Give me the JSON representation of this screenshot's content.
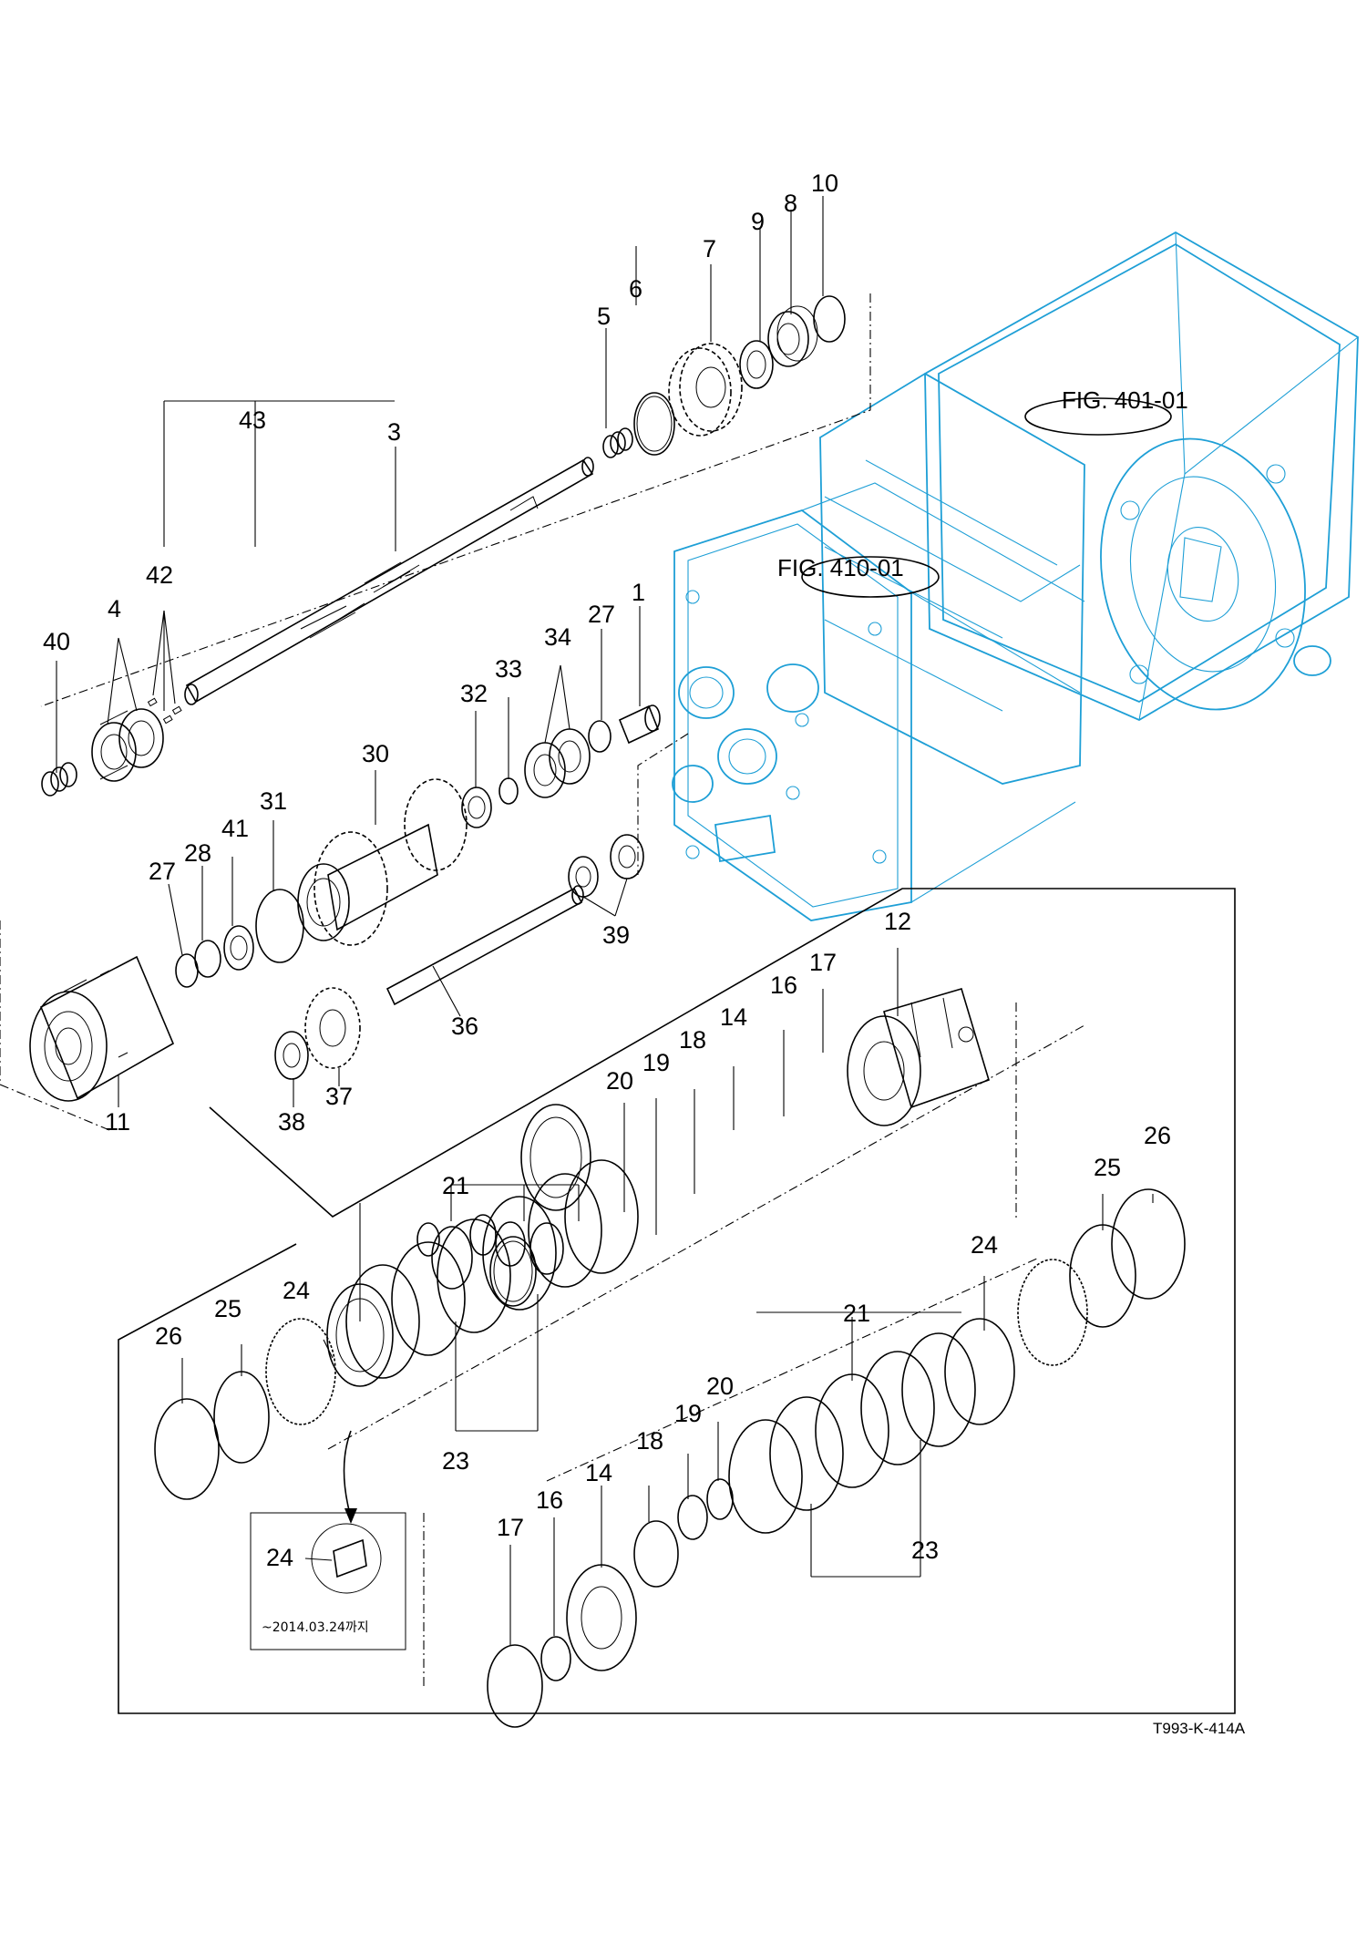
{
  "figure_refs": {
    "housing_rear": "FIG. 401-01",
    "housing_front": "FIG. 410-01"
  },
  "callouts": {
    "c1": "1",
    "c3": "3",
    "c4": "4",
    "c5": "5",
    "c6": "6",
    "c7": "7",
    "c8": "8",
    "c9": "9",
    "c10": "10",
    "c11": "11",
    "c12": "12",
    "c14a": "14",
    "c14b": "14",
    "c16a": "16",
    "c16b": "16",
    "c17a": "17",
    "c17b": "17",
    "c18a": "18",
    "c18b": "18",
    "c19a": "19",
    "c19b": "19",
    "c20a": "20",
    "c20b": "20",
    "c21a": "21",
    "c21b": "21",
    "c23a": "23",
    "c23b": "23",
    "c24a": "24",
    "c24b": "24",
    "c24c": "24",
    "c25a": "25",
    "c25b": "25",
    "c26a": "26",
    "c26b": "26",
    "c27a": "27",
    "c27b": "27",
    "c28": "28",
    "c30": "30",
    "c31": "31",
    "c32": "32",
    "c33": "33",
    "c34": "34",
    "c36": "36",
    "c37": "37",
    "c38": "38",
    "c39": "39",
    "c40": "40",
    "c41": "41",
    "c42": "42",
    "c43": "43"
  },
  "inset_note": "~2014.03.24까지",
  "drawing_code": "T993-K-414A",
  "colors": {
    "housing_line": "#1e9fd6",
    "ink": "#000000",
    "background": "#ffffff"
  }
}
